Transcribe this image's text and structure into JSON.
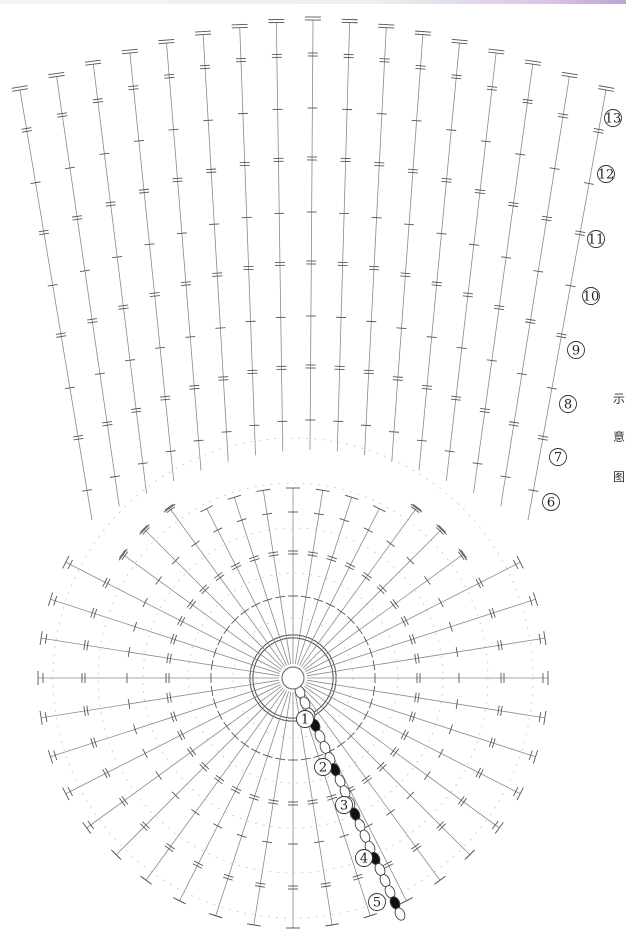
{
  "diagram": {
    "round_labels": [
      "1",
      "2",
      "3",
      "4",
      "5",
      "6",
      "7",
      "8",
      "9",
      "10",
      "11",
      "12",
      "13"
    ],
    "colors": {
      "stitch_line": "#8a8a8a",
      "symbol": "#555555",
      "chain_fill": "#ffffff",
      "slip_stitch": "#111111"
    },
    "side_text": [
      "示",
      "意",
      "图"
    ]
  }
}
